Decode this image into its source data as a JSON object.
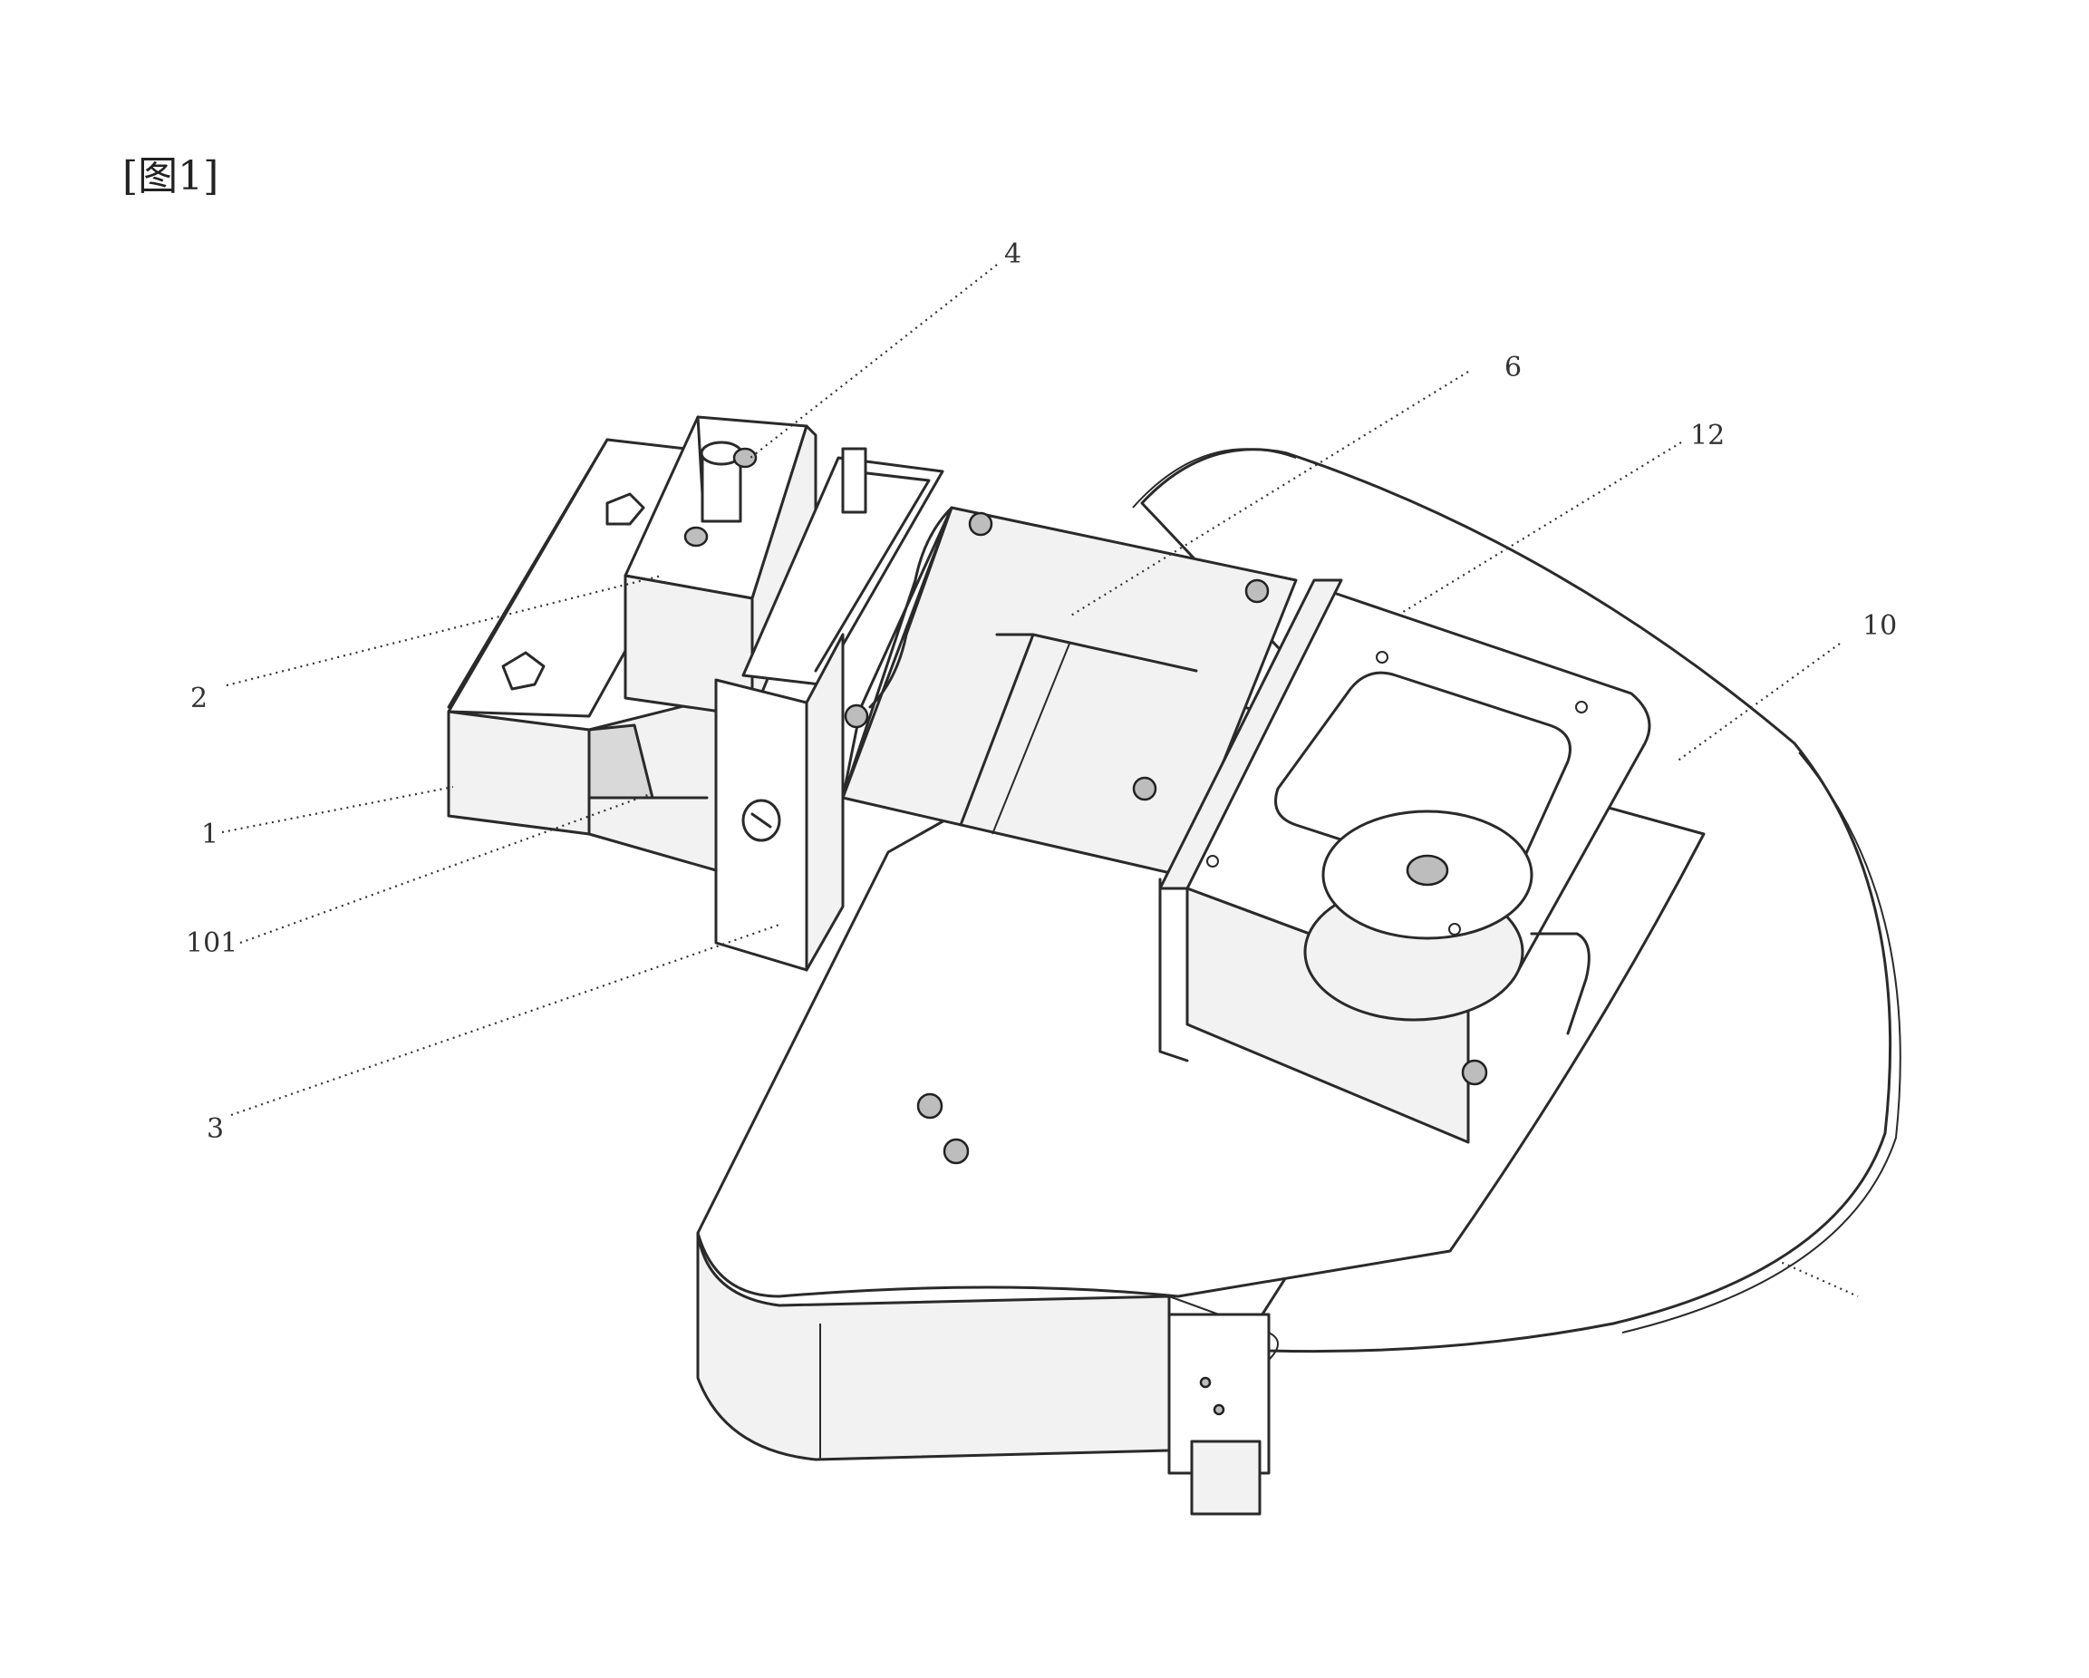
{
  "figure": {
    "title": "[图1]"
  },
  "labels": {
    "l4": "4",
    "l6": "6",
    "l12": "12",
    "l10": "10",
    "l2": "2",
    "l1": "1",
    "l101": "101",
    "l3": "3"
  }
}
